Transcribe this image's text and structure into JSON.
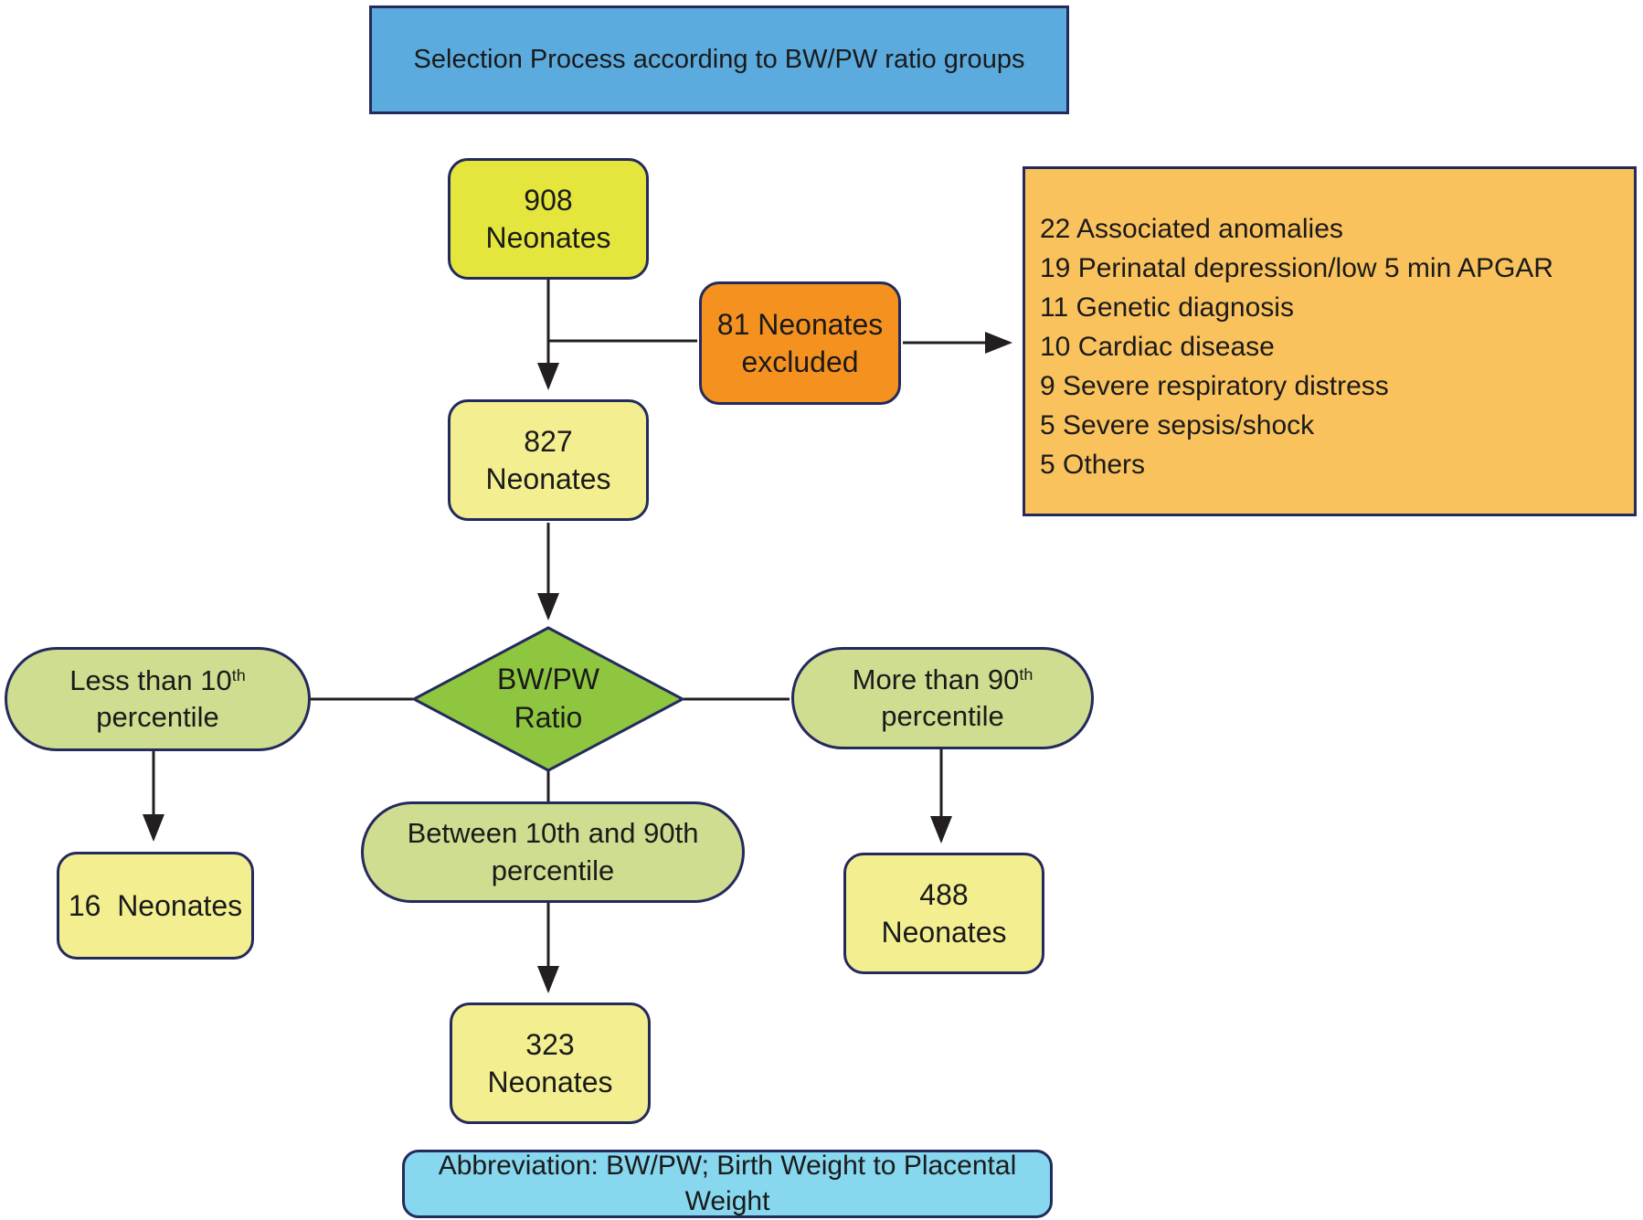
{
  "title": {
    "text": "Selection Process according to BW/PW ratio groups"
  },
  "nodes": {
    "n908": {
      "line1": "908",
      "line2": "Neonates"
    },
    "excluded": {
      "line1": "81 Neonates",
      "line2": "excluded"
    },
    "n827": {
      "line1": "827",
      "line2": "Neonates"
    },
    "decision": {
      "line1": "BW/PW",
      "line2": "Ratio"
    },
    "oval_less": {
      "pre": "Less than 10",
      "sup": "th",
      "line2": "percentile"
    },
    "oval_more": {
      "pre": "More than 90",
      "sup": "th",
      "line2": "percentile"
    },
    "oval_between": {
      "line1": "Between 10th and 90th",
      "line2": "percentile"
    },
    "n16": {
      "line1": "16  Neonates"
    },
    "n488": {
      "line1": "488",
      "line2": "Neonates"
    },
    "n323": {
      "line1": "323",
      "line2": "Neonates"
    }
  },
  "exclusion_box": {
    "items": [
      "22 Associated anomalies",
      "19 Perinatal depression/low 5 min APGAR",
      "11 Genetic diagnosis",
      "10 Cardiac disease",
      "9 Severe respiratory distress",
      "5 Severe sepsis/shock",
      "5 Others"
    ]
  },
  "abbreviation": {
    "text": "Abbreviation: BW/PW; Birth Weight to Placental Weight"
  },
  "colors": {
    "title_blue": "#5babdf",
    "abbrev_cyan": "#87d7ee",
    "bright_yellow": "#e5e63d",
    "light_yellow": "#f3ef90",
    "orange": "#f5921f",
    "light_orange": "#f9c25d",
    "diamond_green": "#8ec63f",
    "oval_green": "#cedd90",
    "border_navy": "#232a5c",
    "line_black": "#231f20"
  }
}
